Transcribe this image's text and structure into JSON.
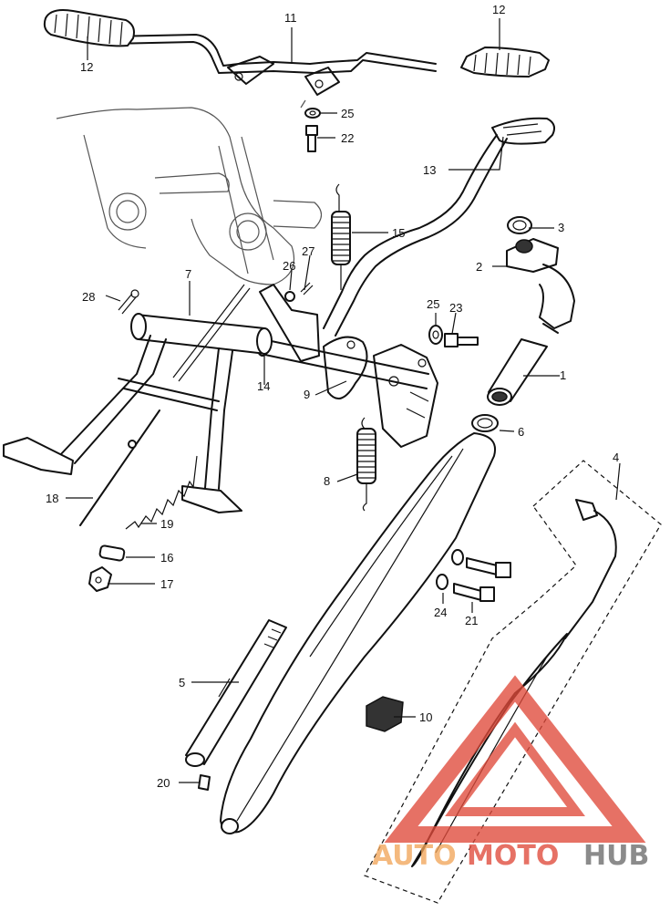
{
  "labels": {
    "l1": "1",
    "l2": "2",
    "l3": "3",
    "l4": "4",
    "l5": "5",
    "l6": "6",
    "l7": "7",
    "l8": "8",
    "l9": "9",
    "l10": "10",
    "l11": "11",
    "l12a": "12",
    "l12b": "12",
    "l13": "13",
    "l14": "14",
    "l15": "15",
    "l16": "16",
    "l17": "17",
    "l18": "18",
    "l19": "19",
    "l20": "20",
    "l21": "21",
    "l22": "22",
    "l23": "23",
    "l24": "24",
    "l25a": "25",
    "l25b": "25",
    "l26": "26",
    "l27": "27",
    "l28": "28"
  },
  "watermark": {
    "part1": "AUTO",
    "part2": "MOTO",
    "part3": "HUB"
  },
  "colors": {
    "line": "#111111",
    "watermark_red": "#e04a3a",
    "watermark_orange": "#f2a65a",
    "watermark_gray": "#6b6b6b"
  }
}
